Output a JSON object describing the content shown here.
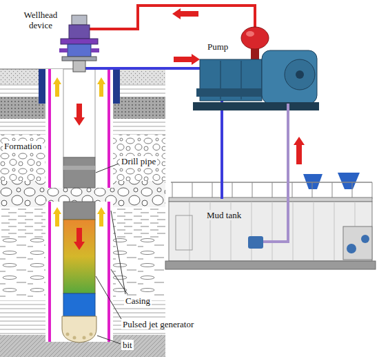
{
  "diagram": {
    "nodes": [
      {
        "text": [
          "Wellhead device"
        ]
      },
      {
        "text": [
          "Pump"
        ]
      },
      {
        "text": [
          "Mud tank"
        ]
      }
    ],
    "edges": [
      {
        "from": 1,
        "to": 0,
        "arrow": "none"
      },
      {
        "from": 0,
        "to": 2,
        "arrow": "none"
      },
      {
        "from": 2,
        "to": 1,
        "arrow": "none"
      }
    ],
    "labels": [
      "Formation",
      "Drill pipe",
      "Casing",
      "Pulsed jet generator",
      "bit"
    ]
  }
}
